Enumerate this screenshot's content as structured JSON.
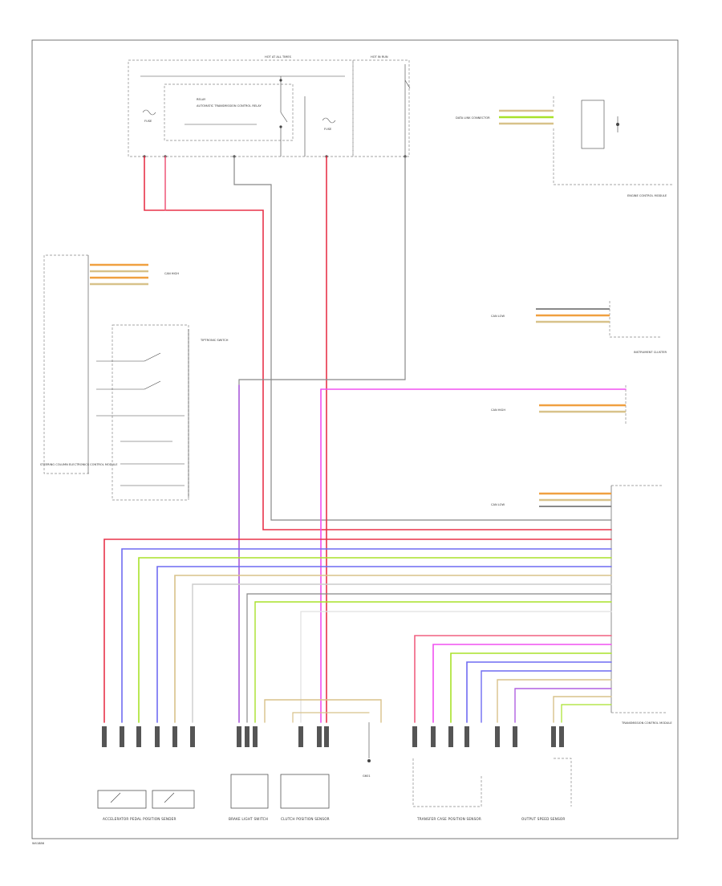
{
  "diagram": {
    "title": "Wiring Diagram",
    "footer_code": "W41886",
    "colors": {
      "red": "#e8334a",
      "pink_red": "#f06080",
      "blue": "#6f6cf2",
      "green": "#a8e22a",
      "tan": "#d8c28a",
      "orange": "#f0a040",
      "violet": "#b060e0",
      "magenta": "#f050f0",
      "gray": "#888888",
      "black": "#222222"
    },
    "labels": {
      "hot_at_all_times": "HOT AT ALL TIMES",
      "hot_in_run": "HOT IN RUN",
      "fuse_a": "FUSE",
      "fuse_b": "FUSE",
      "relay": "RELAY",
      "relay_desc": "AUTOMATIC TRANSMISSION CONTROL RELAY",
      "engine_control_module": "ENGINE CONTROL MODULE",
      "data_link_connector": "DATA LINK CONNECTOR",
      "steering_column_module": "STEERING COLUMN ELECTRONICS CONTROL MODULE",
      "tiptronic_switch": "TIPTRONIC SWITCH",
      "instrument_cluster": "INSTRUMENT CLUSTER",
      "brake_light_switch": "BRAKE LIGHT SWITCH",
      "clutch_position_sensor": "CLUTCH POSITION SENSOR",
      "trans_control_module": "TRANSMISSION CONTROL MODULE",
      "accel_pedal_sensor": "ACCELERATOR PEDAL POSITION SENDER",
      "transfer_case": "TRANSFER CASE POSITION SENSOR",
      "speed_sensor": "OUTPUT SPEED SENSOR",
      "ground": "G601",
      "can_high": "CAN HIGH",
      "can_low": "CAN LOW"
    },
    "bottom_components": [
      {
        "key": "accel",
        "label": "ACCELERATOR PEDAL POSITION SENDER"
      },
      {
        "key": "brake",
        "label": "BRAKE LIGHT SWITCH"
      },
      {
        "key": "clutch",
        "label": "CLUTCH POSITION SENSOR"
      },
      {
        "key": "transfer",
        "label": "TRANSFER CASE POSITION SENSOR"
      },
      {
        "key": "speed",
        "label": "OUTPUT SPEED SENSOR"
      }
    ]
  }
}
